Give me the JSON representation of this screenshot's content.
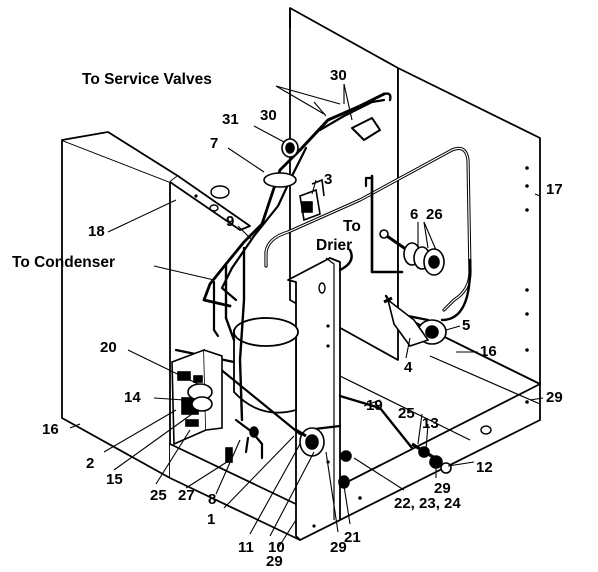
{
  "diagram": {
    "captions": {
      "to_service_valves": "To Service Valves",
      "to_condenser": "To Condenser",
      "to_drier_line1": "To",
      "to_drier_line2": "Drier"
    },
    "callouts": [
      {
        "id": "c30a",
        "text": "30"
      },
      {
        "id": "c31",
        "text": "31"
      },
      {
        "id": "c30b",
        "text": "30"
      },
      {
        "id": "c7",
        "text": "7"
      },
      {
        "id": "c3",
        "text": "3"
      },
      {
        "id": "c17",
        "text": "17"
      },
      {
        "id": "c18",
        "text": "18"
      },
      {
        "id": "c9",
        "text": "9"
      },
      {
        "id": "c6",
        "text": "6"
      },
      {
        "id": "c26",
        "text": "26"
      },
      {
        "id": "c5",
        "text": "5"
      },
      {
        "id": "c4",
        "text": "4"
      },
      {
        "id": "c16a",
        "text": "16"
      },
      {
        "id": "c20",
        "text": "20"
      },
      {
        "id": "c14",
        "text": "14"
      },
      {
        "id": "c19",
        "text": "19"
      },
      {
        "id": "c29a",
        "text": "29"
      },
      {
        "id": "c25a",
        "text": "25"
      },
      {
        "id": "c13",
        "text": "13"
      },
      {
        "id": "c16b",
        "text": "16"
      },
      {
        "id": "c12",
        "text": "12"
      },
      {
        "id": "c2",
        "text": "2"
      },
      {
        "id": "c15",
        "text": "15"
      },
      {
        "id": "c29b",
        "text": "29"
      },
      {
        "id": "c25b",
        "text": "25"
      },
      {
        "id": "c27",
        "text": "27"
      },
      {
        "id": "c8",
        "text": "8"
      },
      {
        "id": "c22",
        "text": "22, 23, 24"
      },
      {
        "id": "c1",
        "text": "1"
      },
      {
        "id": "c21",
        "text": "21"
      },
      {
        "id": "c11",
        "text": "11"
      },
      {
        "id": "c10",
        "text": "10"
      },
      {
        "id": "c29c",
        "text": "29"
      },
      {
        "id": "c29d",
        "text": "29"
      }
    ]
  }
}
